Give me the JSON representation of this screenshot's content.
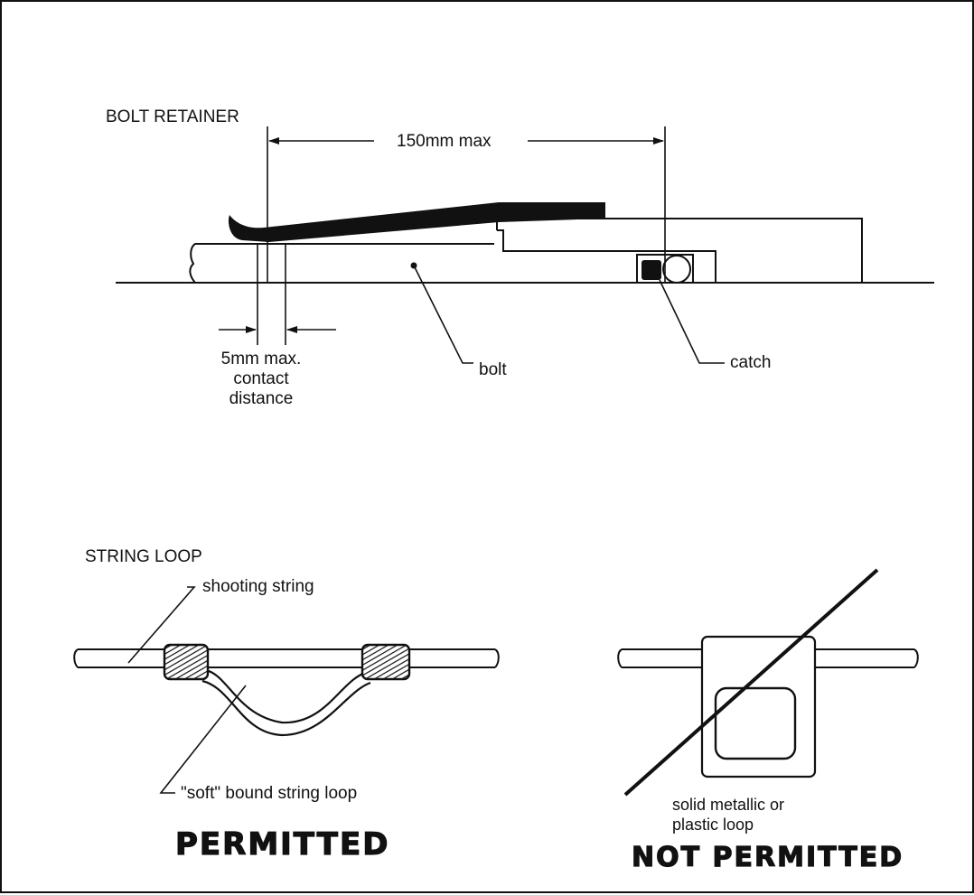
{
  "bolt_retainer": {
    "title": "BOLT RETAINER",
    "length_dimension": "150mm max",
    "contact_dimension": {
      "line1": "5mm max.",
      "line2": "contact",
      "line3": "distance"
    },
    "bolt_label": "bolt",
    "catch_label": "catch"
  },
  "string_loop": {
    "title": "STRING LOOP",
    "shooting_string_label": "shooting string",
    "soft_loop_label": "\"soft\" bound string loop",
    "solid_loop_label": {
      "line1": "solid metallic  or",
      "line2": "plastic loop"
    },
    "permitted": "PERMITTED",
    "not_permitted": "NOT PERMITTED"
  }
}
